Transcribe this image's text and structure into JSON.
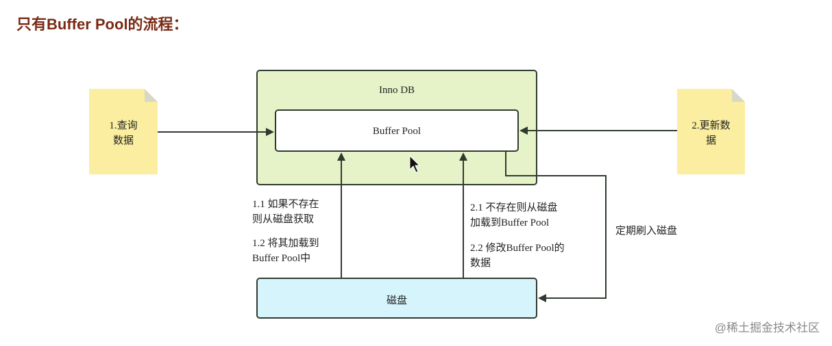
{
  "title": "只有Buffer Pool的流程：",
  "nodes": {
    "innodb": "Inno DB",
    "buffer_pool": "Buffer Pool",
    "disk": "磁盘",
    "query_note": "1.查询\n数据",
    "update_note": "2.更新数\n据"
  },
  "labels": {
    "left_1_1": "1.1 如果不存在\n则从磁盘获取",
    "left_1_2": "1.2 将其加载到\nBuffer Pool中",
    "right_2_1": "2.1 不存在则从磁盘\n加载到Buffer Pool",
    "right_2_2": "2.2 修改Buffer Pool的\n数据",
    "flush": "定期刷入磁盘"
  },
  "watermark": "@稀土掘金技术社区",
  "colors": {
    "title": "#7a2a14",
    "innodb_fill": "#e6f2c8",
    "disk_fill": "#d5f4fb",
    "note_fill": "#fbeea0",
    "stroke": "#2f3a2f"
  }
}
